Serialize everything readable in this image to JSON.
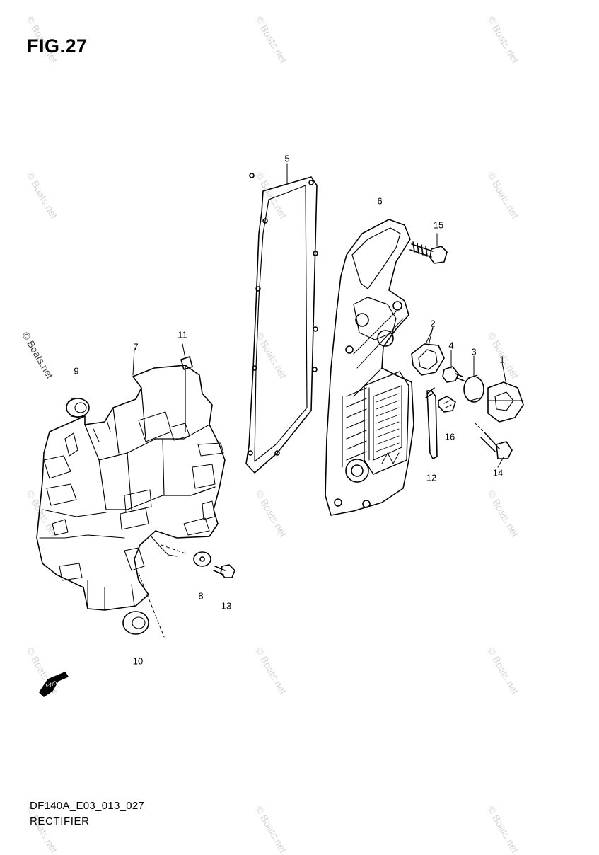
{
  "figure": {
    "title": "FIG.27",
    "code": "DF140A_E03_013_027",
    "name": "RECTIFIER"
  },
  "callouts": [
    {
      "id": "c1",
      "label": "1"
    },
    {
      "id": "c2",
      "label": "2"
    },
    {
      "id": "c3",
      "label": "3"
    },
    {
      "id": "c4",
      "label": "4"
    },
    {
      "id": "c5",
      "label": "5"
    },
    {
      "id": "c6",
      "label": "6"
    },
    {
      "id": "c7",
      "label": "7"
    },
    {
      "id": "c8",
      "label": "8"
    },
    {
      "id": "c9",
      "label": "9"
    },
    {
      "id": "c10",
      "label": "10"
    },
    {
      "id": "c11",
      "label": "11"
    },
    {
      "id": "c12",
      "label": "12"
    },
    {
      "id": "c13",
      "label": "13"
    },
    {
      "id": "c14",
      "label": "14"
    },
    {
      "id": "c15",
      "label": "15"
    },
    {
      "id": "c16",
      "label": "16"
    }
  ],
  "watermark": "© Boats.net",
  "fwd_label": "FWD"
}
